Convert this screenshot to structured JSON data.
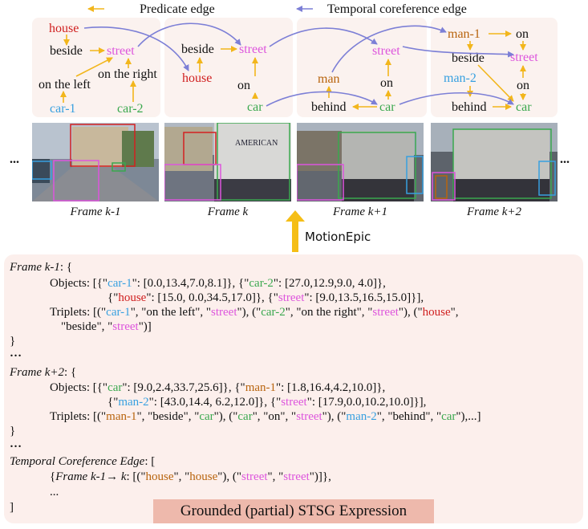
{
  "legend": {
    "predicate_edge": "Predicate edge",
    "temporal_edge": "Temporal coreference edge"
  },
  "colors": {
    "predicate_arrow": "#f2b61c",
    "temporal_arrow": "#7c7fd6",
    "car1": "#37a0e0",
    "car2": "#3aa84e",
    "house": "#d02020",
    "street": "#dd55dd",
    "man": "#b8640e",
    "panel_bg": "#fbf2ef",
    "expression_bg": "#fcefec",
    "caption_bg": "#eeb9ac"
  },
  "graphs": [
    {
      "nodes": {
        "house": "house",
        "beside": "beside",
        "street": "street",
        "on_the_right": "on the right",
        "on_the_left": "on the left",
        "car1": "car-1",
        "car2": "car-2"
      }
    },
    {
      "nodes": {
        "beside": "beside",
        "street": "street",
        "house": "house",
        "on": "on",
        "car": "car"
      }
    },
    {
      "nodes": {
        "street": "street",
        "man": "man",
        "on": "on",
        "behind": "behind",
        "car": "car"
      }
    },
    {
      "nodes": {
        "man1": "man-1",
        "on_top": "on",
        "beside": "beside",
        "street": "street",
        "man2": "man-2",
        "on": "on",
        "behind": "behind",
        "car": "car"
      }
    }
  ],
  "frames": [
    {
      "label": "Frame k-1"
    },
    {
      "label": "Frame k"
    },
    {
      "label": "Frame k+1"
    },
    {
      "label": "Frame k+2"
    }
  ],
  "ellipsis": "...",
  "model_name": "MotionEpic",
  "expression": {
    "frame_k_minus_1": {
      "header": "Frame k-1",
      "header_suffix": ": {",
      "objects_label": "Objects: [{\"",
      "car1": "car-1",
      "car1_box": "\": [0.0,13.4,7.0,8.1]}, {\"",
      "car2": "car-2",
      "car2_box": "\": [27.0,12.9,9.0, 4.0]},",
      "line2_open": "{\"",
      "house": "house",
      "house_box": "\": [15.0, 0.0,34.5,17.0]}, {\"",
      "street": "street",
      "street_box": "\": [9.0,13.5,16.5,15.0]}],",
      "triplets_label": "Triplets: [(\"",
      "t_car1": "car-1",
      "t_sep1": "\", \"on the left\", \"",
      "t_street1": "street",
      "t_sep2": "\"), (\"",
      "t_car2": "car-2",
      "t_sep3": "\", \"on the right\", \"",
      "t_street2": "street",
      "t_sep4": "\"), (\"",
      "t_house": "house",
      "t_sep5": "\",",
      "line4_open": "\"beside\", \"",
      "t_street3": "street",
      "t_close": "\")]"
    },
    "close_brace": "}",
    "dots": "…",
    "frame_k_plus_2": {
      "header": "Frame k+2",
      "header_suffix": ": {",
      "objects_label": "Objects: [{\"",
      "car": "car",
      "car_box": "\": [9.0,2.4,33.7,25.6]}, {\"",
      "man1": "man-1",
      "man1_box": "\": [1.8,16.4,4.2,10.0]},",
      "line2_open": "{\"",
      "man2": "man-2",
      "man2_box": "\": [43.0,14.4, 6.2,12.0]}, {\"",
      "street": "street",
      "street_box": "\": [17.9,0.0,10.2,10.0]}],",
      "triplets_label": "Triplets: [(\"",
      "t_man1": "man-1",
      "t_sep1": "\", \"beside\", \"",
      "t_car1": "car",
      "t_sep2": "\"), (\"",
      "t_car2": "car",
      "t_sep3": "\", \"on\", \"",
      "t_street": "street",
      "t_sep4": "\"), (\"",
      "t_man2": "man-2",
      "t_sep5": "\", \"behind\", \"",
      "t_car3": "car",
      "t_close": "\"),...]"
    },
    "temporal": {
      "header": "Temporal Coreference Edge",
      "header_suffix": ": [",
      "open": "{",
      "label": "Frame k-1→ k",
      "mid": ": [(\"",
      "house1": "house",
      "sep1": "\", \"",
      "house2": "house",
      "sep2": "\"), (\"",
      "street1": "street",
      "sep3": "\", \"",
      "street2": "street",
      "close": "\")]},",
      "more": "...",
      "end": "]"
    }
  },
  "caption": "Grounded (partial) STSG Expression"
}
